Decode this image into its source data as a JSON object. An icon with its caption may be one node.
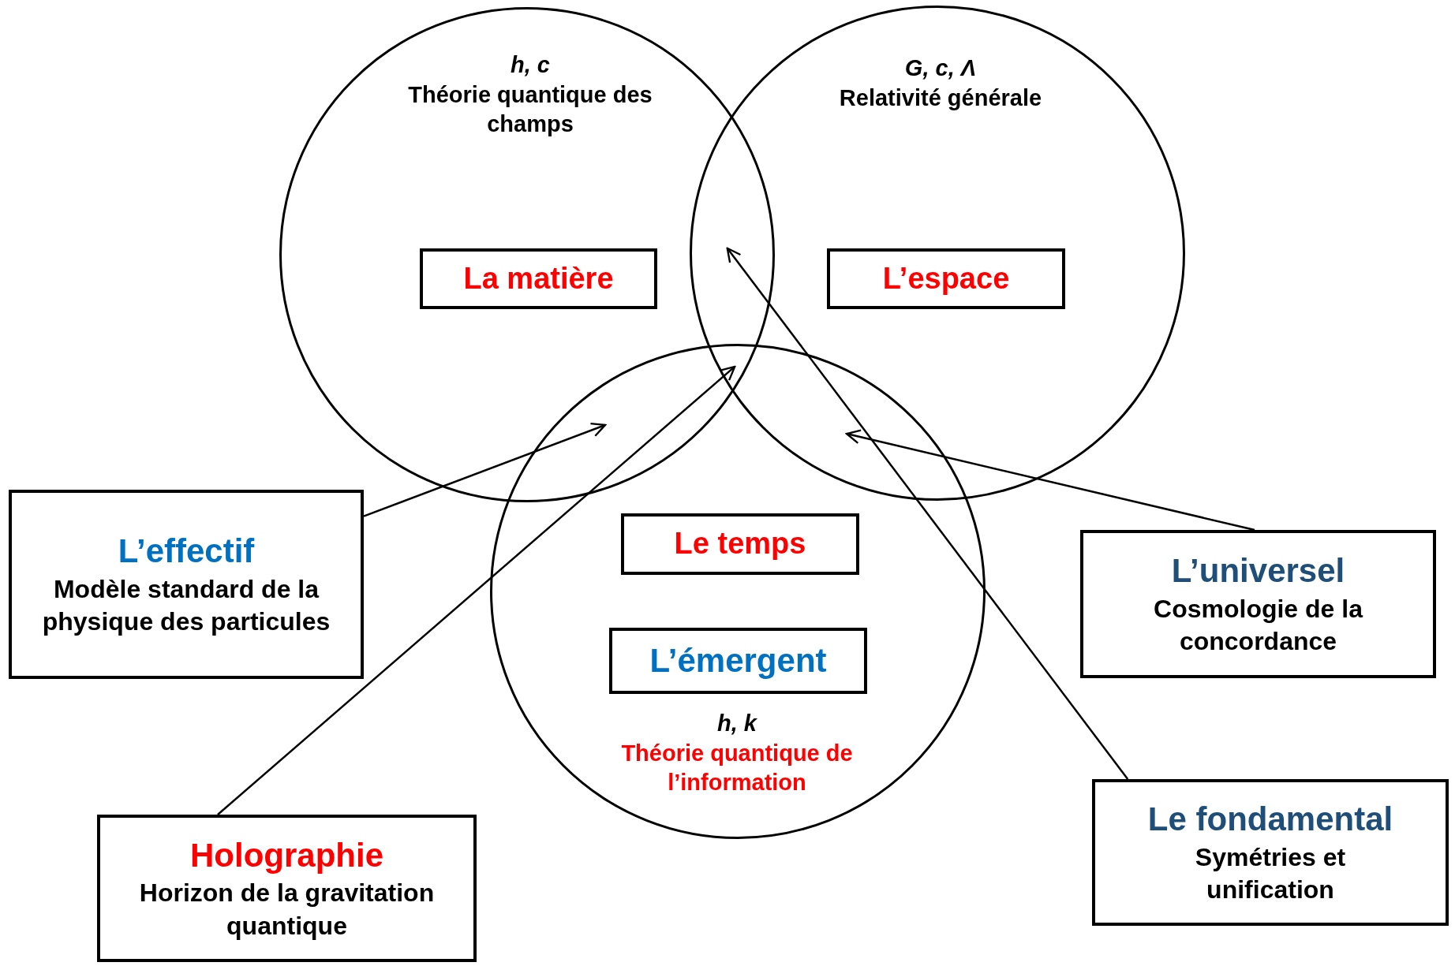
{
  "diagram": {
    "nodes": [
      {
        "text": [
          "h, c",
          "Théorie quantique des champs"
        ]
      },
      {
        "text": [
          "La matière"
        ],
        "in": 0
      },
      {
        "text": [
          "G, c, Λ",
          "Relativité générale"
        ]
      },
      {
        "text": [
          "L’espace"
        ],
        "in": 2
      },
      {
        "text": [
          "h, k",
          "Théorie quantique de l’information"
        ]
      },
      {
        "text": [
          "Le temps"
        ],
        "in": 4
      },
      {
        "text": [
          "L’émergent"
        ],
        "in": 4
      },
      {
        "text": [
          "L’effectif",
          "Modèle standard de la physique des particules"
        ]
      },
      {
        "text": [
          "Holographie",
          "Horizon de la gravitation quantique"
        ]
      },
      {
        "text": [
          "L’universel",
          "Cosmologie de la concordance"
        ]
      },
      {
        "text": [
          "Le fondamental",
          "Symétries et unification"
        ]
      }
    ],
    "edges": [
      {
        "from": 7,
        "to": null,
        "arrow": "to"
      },
      {
        "from": 8,
        "to": 4,
        "arrow": "to"
      },
      {
        "from": 9,
        "to": null,
        "arrow": "to"
      },
      {
        "from": 10,
        "to": 2,
        "arrow": "to"
      }
    ]
  }
}
